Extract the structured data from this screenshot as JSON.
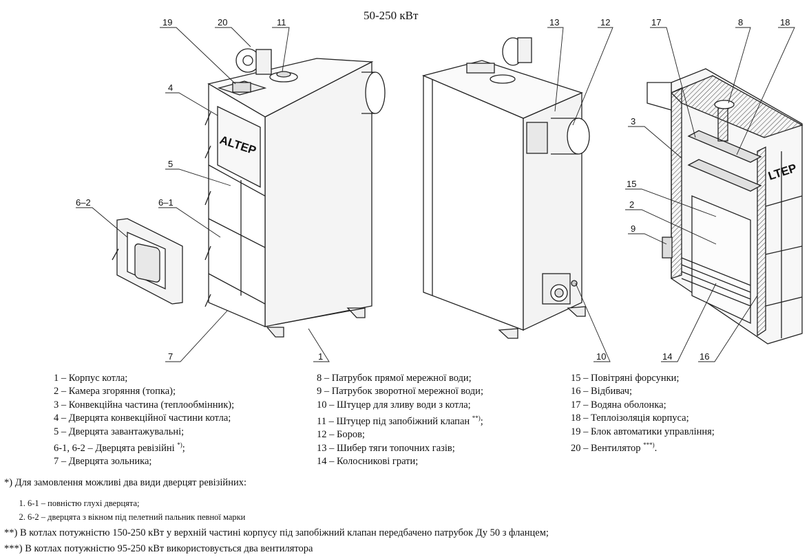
{
  "title": "50-250 кВт",
  "brand": "ALTEP",
  "brand_cut": "LTEP",
  "callouts": {
    "n19": "19",
    "n20": "20",
    "n11": "11",
    "n4": "4",
    "n5": "5",
    "n6_2": "6–2",
    "n6_1": "6–1",
    "n7": "7",
    "n1": "1",
    "n13": "13",
    "n12": "12",
    "n10": "10",
    "n17": "17",
    "n8": "8",
    "n18": "18",
    "n3": "3",
    "n15": "15",
    "n2": "2",
    "n9": "9",
    "n14": "14",
    "n16": "16"
  },
  "legend": {
    "col1": [
      "1 – Корпус котла;",
      "2 – Камера згоряння (топка);",
      "3 – Конвекційна частина (теплообмінник);",
      "4 – Дверцята конвекційної частини котла;",
      "5 – Дверцята завантажувальні;",
      "6-1, 6-2 – Дверцята ревізійні ",
      "7 – Дверцята зольника;"
    ],
    "col1_item6_mark": "*)",
    "col1_item6_end": ";",
    "col2": [
      "8 – Патрубок прямої мережної води;",
      "9 – Патрубок зворотної мережної води;",
      "10 – Штуцер для зливу води з котла;",
      "11 – Штуцер під запобіжний клапан ",
      "12 – Боров;",
      "13 – Шибер тяги топочних газів;",
      "14 – Колосникові грати;"
    ],
    "col2_item11_mark": "**)",
    "col2_item11_end": ";",
    "col3": [
      "15 – Повітряні форсунки;",
      "16 – Відбивач;",
      "17 – Водяна оболонка;",
      "18 – Теплоізоляція корпуса;",
      "19 – Блок автоматики управління;",
      "20 – Вентилятор "
    ],
    "col3_item20_mark": "***)",
    "col3_item20_end": "."
  },
  "notes": {
    "note1": "*) Для замовлення можливі два види дверцят ревізійних:",
    "note1_items": [
      "6-1 – повністю глухі дверцята;",
      "6-2 – дверцята з вікном під пелетний пальник певної марки"
    ],
    "note2": "**) В котлах потужністю 150-250 кВт у верхній частині корпусу під запобіжний клапан передбачено патрубок Ду 50 з фланцем;",
    "note3": "***) В котлах потужністю 95-250 кВт використовується два вентилятора"
  }
}
